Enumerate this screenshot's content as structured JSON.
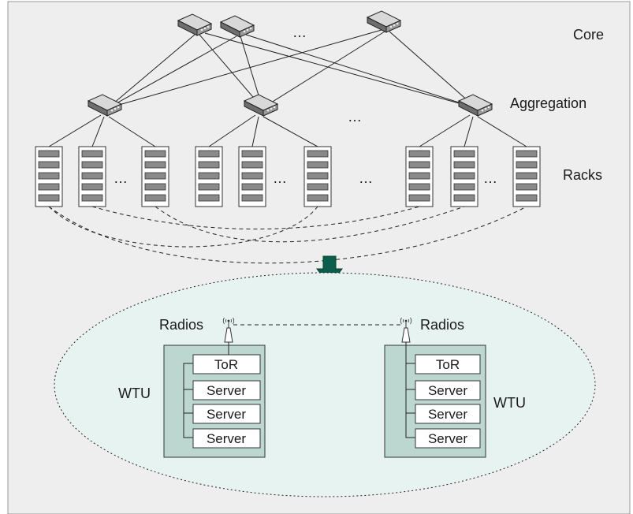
{
  "labels": {
    "core": "Core",
    "aggregation": "Aggregation",
    "racks": "Racks",
    "ellipsis": "…",
    "radios": "Radios",
    "wtu": "WTU",
    "tor": "ToR",
    "server": "Server"
  },
  "colors": {
    "background": "#eeeeee",
    "border": "#999999",
    "arrow": "#0a5e4b",
    "ellipse_fill": "#e7f3f1",
    "wtu_fill": "#bcd6d0",
    "switch": "#8f8f8f",
    "slot": "#8a8a8a"
  }
}
